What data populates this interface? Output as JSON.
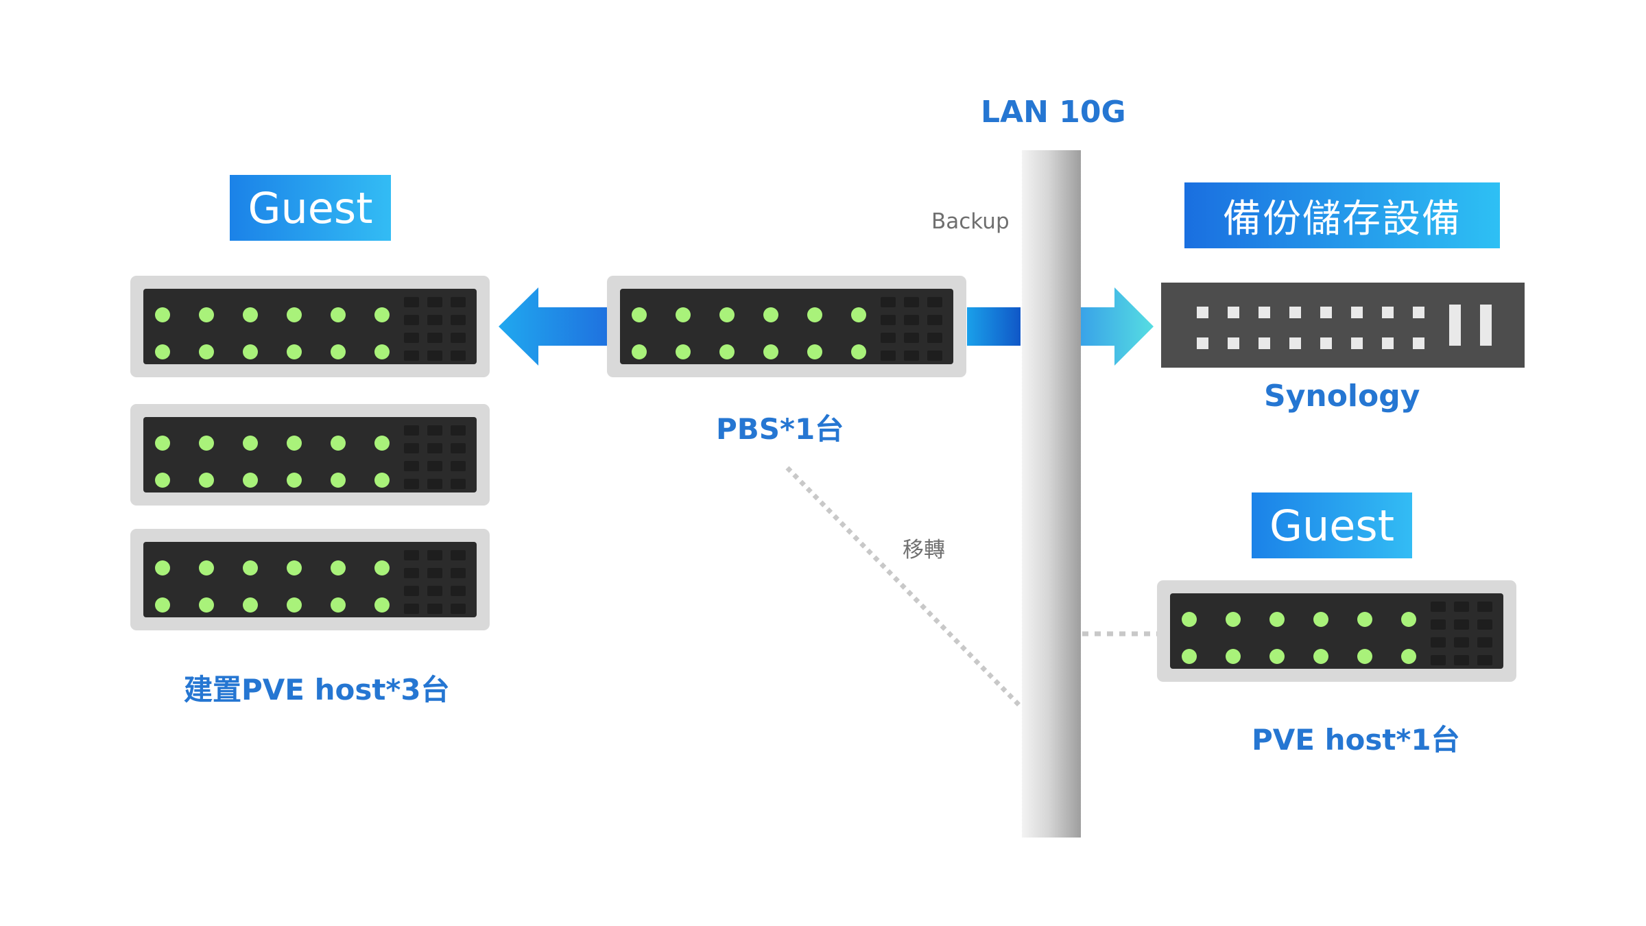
{
  "network": {
    "label": "LAN 10G"
  },
  "left_group": {
    "badge": "Guest",
    "caption": "建置PVE host*3台"
  },
  "pbs": {
    "caption": "PBS*1台"
  },
  "backup": {
    "label": "Backup"
  },
  "migration": {
    "label": "移轉"
  },
  "storage": {
    "badge": "備份儲存設備",
    "caption": "Synology"
  },
  "right_group": {
    "badge": "Guest",
    "caption": "PVE host*1台"
  },
  "colors": {
    "label_blue": "#2576d2",
    "led_green": "#a9f27a",
    "server_frame": "#d9d9d9",
    "server_face": "#2b2b2b",
    "nas_body": "#4d4d4d",
    "connector_gray": "#c8c8c8"
  }
}
